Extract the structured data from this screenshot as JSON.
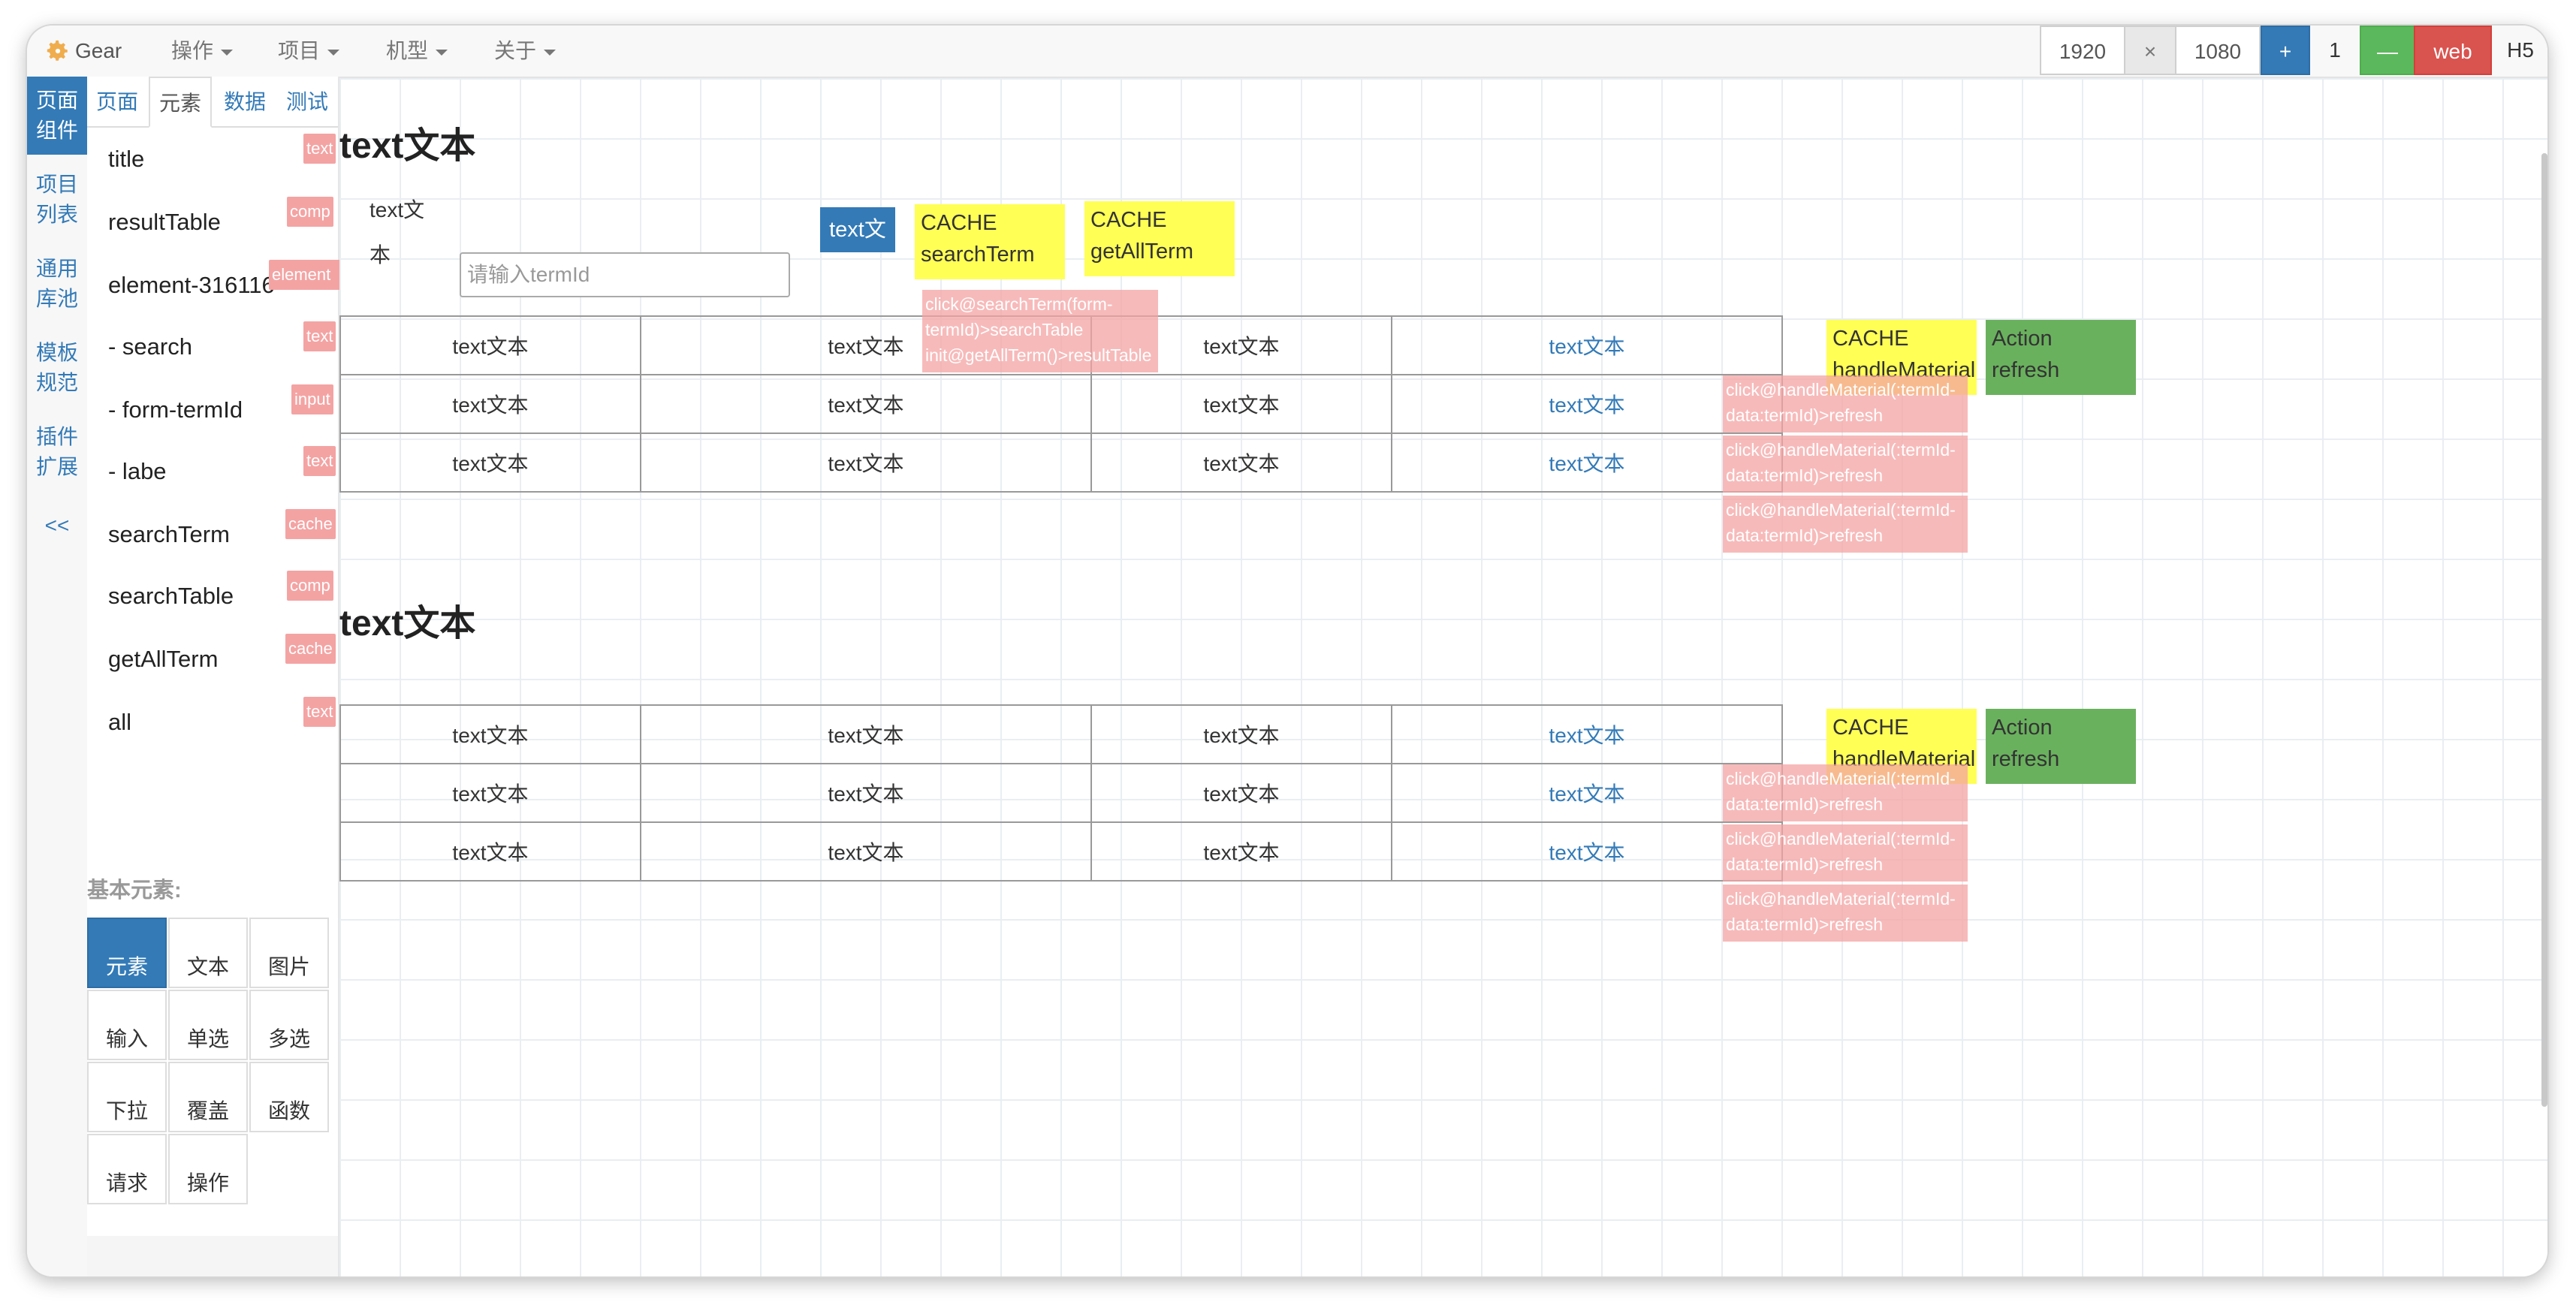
{
  "topbar": {
    "brand": "Gear",
    "menus": [
      "操作",
      "项目",
      "机型",
      "关于"
    ],
    "width_value": "1920",
    "times": "×",
    "height_value": "1080",
    "plus": "+",
    "zoom": "1",
    "minus": "—",
    "web": "web",
    "h5": "H5"
  },
  "rail": {
    "items": [
      "页面\n组件",
      "项目\n列表",
      "通用\n库池",
      "模板\n规范",
      "插件\n扩展"
    ],
    "collapse": "<<"
  },
  "panel": {
    "tabs": [
      "页面",
      "元素",
      "数据",
      "测试"
    ],
    "components": [
      {
        "name": "title",
        "tag": "text"
      },
      {
        "name": "resultTable",
        "tag": "comp"
      },
      {
        "name": "element-316116",
        "tag": "element"
      },
      {
        "name": "- search",
        "tag": "text"
      },
      {
        "name": "- form-termId",
        "tag": "input"
      },
      {
        "name": "- labe",
        "tag": "text"
      },
      {
        "name": "searchTerm",
        "tag": "cache"
      },
      {
        "name": "searchTable",
        "tag": "comp"
      },
      {
        "name": "getAllTerm",
        "tag": "cache"
      },
      {
        "name": "all",
        "tag": "text"
      }
    ],
    "basic_label": "基本元素:",
    "basic_elements": [
      "元素",
      "文本",
      "图片",
      "输入",
      "单选",
      "多选",
      "下拉",
      "覆盖",
      "函数",
      "请求",
      "操作"
    ]
  },
  "canvas": {
    "title1": "text文本",
    "form_label": "text文\n本",
    "term_placeholder": "请输入termId",
    "search_button": "text文",
    "cache_search": "CACHE\nsearchTerm",
    "cache_getall": "CACHE\ngetAllTerm",
    "event_search": "click@searchTerm(form-termId)>searchTable\ninit@getAllTerm()>resultTable",
    "table_cell": "text文本",
    "cache_handle": "CACHE\nhandleMaterial",
    "action_refresh": "Action\nrefresh",
    "event_row": "click@handleMaterial(:termId-\ndata:termId)>refresh",
    "title2": "text文本"
  }
}
